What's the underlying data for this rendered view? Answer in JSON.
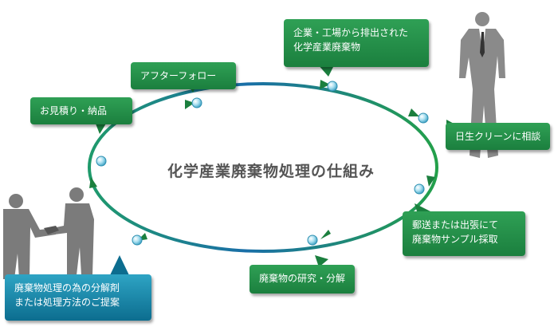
{
  "title": "化学産業廃棄物処理の仕組み",
  "steps": [
    {
      "id": "step1",
      "lines": [
        "企業・工場から排出された",
        "化学産業廃棄物"
      ]
    },
    {
      "id": "step2",
      "lines": [
        "日生クリーンに相談"
      ]
    },
    {
      "id": "step3",
      "lines": [
        "郵送または出張にて",
        "廃棄物サンプル採取"
      ]
    },
    {
      "id": "step4",
      "lines": [
        "廃棄物の研究・分解"
      ]
    },
    {
      "id": "step5",
      "lines": [
        "廃棄物処理の為の分解剤",
        "または処理方法のご提案"
      ]
    },
    {
      "id": "step6",
      "lines": [
        "お見積り・納品"
      ]
    },
    {
      "id": "step7",
      "lines": [
        "アフターフォロー"
      ]
    }
  ],
  "colors": {
    "green": "#1b7f3e",
    "teal": "#2a9f8a",
    "blue": "#0c6d8f",
    "figure": "#8c8c8c"
  },
  "icons": [
    "businessman-figure",
    "handshake-figures"
  ]
}
